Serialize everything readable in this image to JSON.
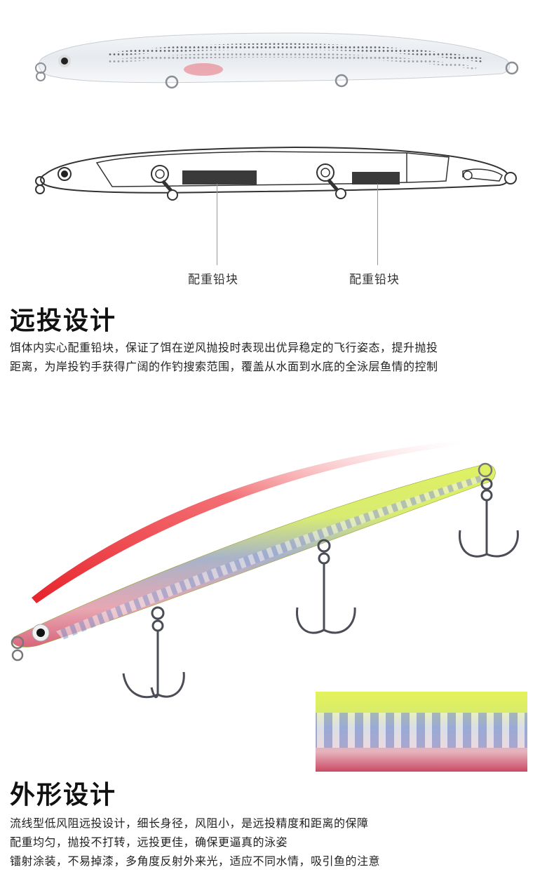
{
  "diagram": {
    "weight_label_left": "配重铅块",
    "weight_label_right": "配重铅块"
  },
  "section1": {
    "title": "远投设计",
    "lines": [
      "饵体内实心配重铅块，保证了饵在逆风抛投时表现出优异稳定的飞行姿态，提升抛投",
      "距离，为岸投钓手获得广阔的作钓搜索范围，覆盖从水面到水底的全泳层鱼情的控制"
    ]
  },
  "section2": {
    "title": "外形设计",
    "lines": [
      "流线型低风阻远投设计，细长身径，风阻小，是远投精度和距离的保障",
      "配重均匀，抛投不打转，远投更佳，确保更逼真的泳姿",
      "镭射涂装，不易掉漆，多角度反射外来光，适应不同水情，吸引鱼的注意"
    ]
  },
  "colors": {
    "chartreuse": "#e3f26a",
    "pink": "#d9637a",
    "red_arc": "#e8222a",
    "outline": "#333333"
  }
}
